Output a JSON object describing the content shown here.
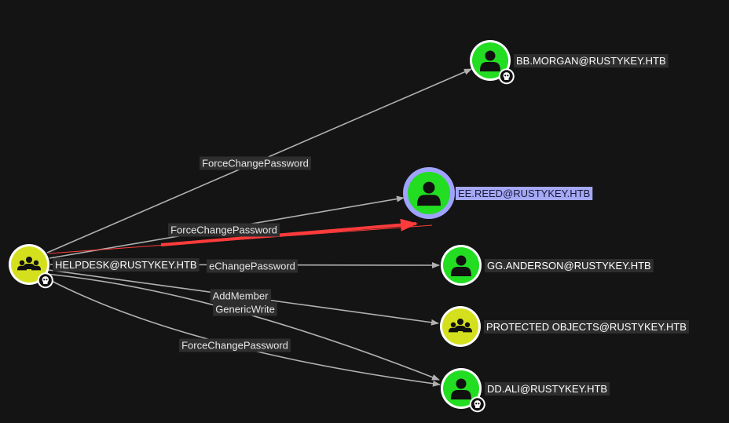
{
  "colors": {
    "background": "#141414",
    "user_node": "#22dd22",
    "group_node": "#d4e01e",
    "node_ring": "#ffffff",
    "selected_ring": "#9fa3ff",
    "selected_label_bg": "#a5a8f5",
    "edge": "#b0b0b0",
    "highlight_arrow": "#ff3b3b",
    "label_bg": "#2e2e2e"
  },
  "nodes": [
    {
      "id": "helpdesk",
      "label": "HELPDESK@RUSTYKEY.HTB",
      "type": "group",
      "icon": "group-icon",
      "badge": "skull-icon"
    },
    {
      "id": "bbmorgan",
      "label": "BB.MORGAN@RUSTYKEY.HTB",
      "type": "user",
      "icon": "user-icon",
      "badge": "skull-icon"
    },
    {
      "id": "eereed",
      "label": "EE.REED@RUSTYKEY.HTB",
      "type": "user",
      "icon": "user-icon",
      "selected": true
    },
    {
      "id": "gganderson",
      "label": "GG.ANDERSON@RUSTYKEY.HTB",
      "type": "user",
      "icon": "user-icon"
    },
    {
      "id": "protected",
      "label": "PROTECTED OBJECTS@RUSTYKEY.HTB",
      "type": "group",
      "icon": "group-icon"
    },
    {
      "id": "ddali",
      "label": "DD.ALI@RUSTYKEY.HTB",
      "type": "user",
      "icon": "user-icon",
      "badge": "skull-icon"
    }
  ],
  "edges": [
    {
      "from": "helpdesk",
      "to": "bbmorgan",
      "label": "ForceChangePassword"
    },
    {
      "from": "helpdesk",
      "to": "eereed",
      "label": "ForceChangePassword"
    },
    {
      "from": "helpdesk",
      "to": "gganderson",
      "label": "eChangePassword"
    },
    {
      "from": "helpdesk",
      "to": "protected",
      "label": "AddMember"
    },
    {
      "from": "helpdesk",
      "to": "ddali",
      "label": "GenericWrite"
    },
    {
      "from": "helpdesk",
      "to": "ddali",
      "label": "ForceChangePassword"
    }
  ]
}
